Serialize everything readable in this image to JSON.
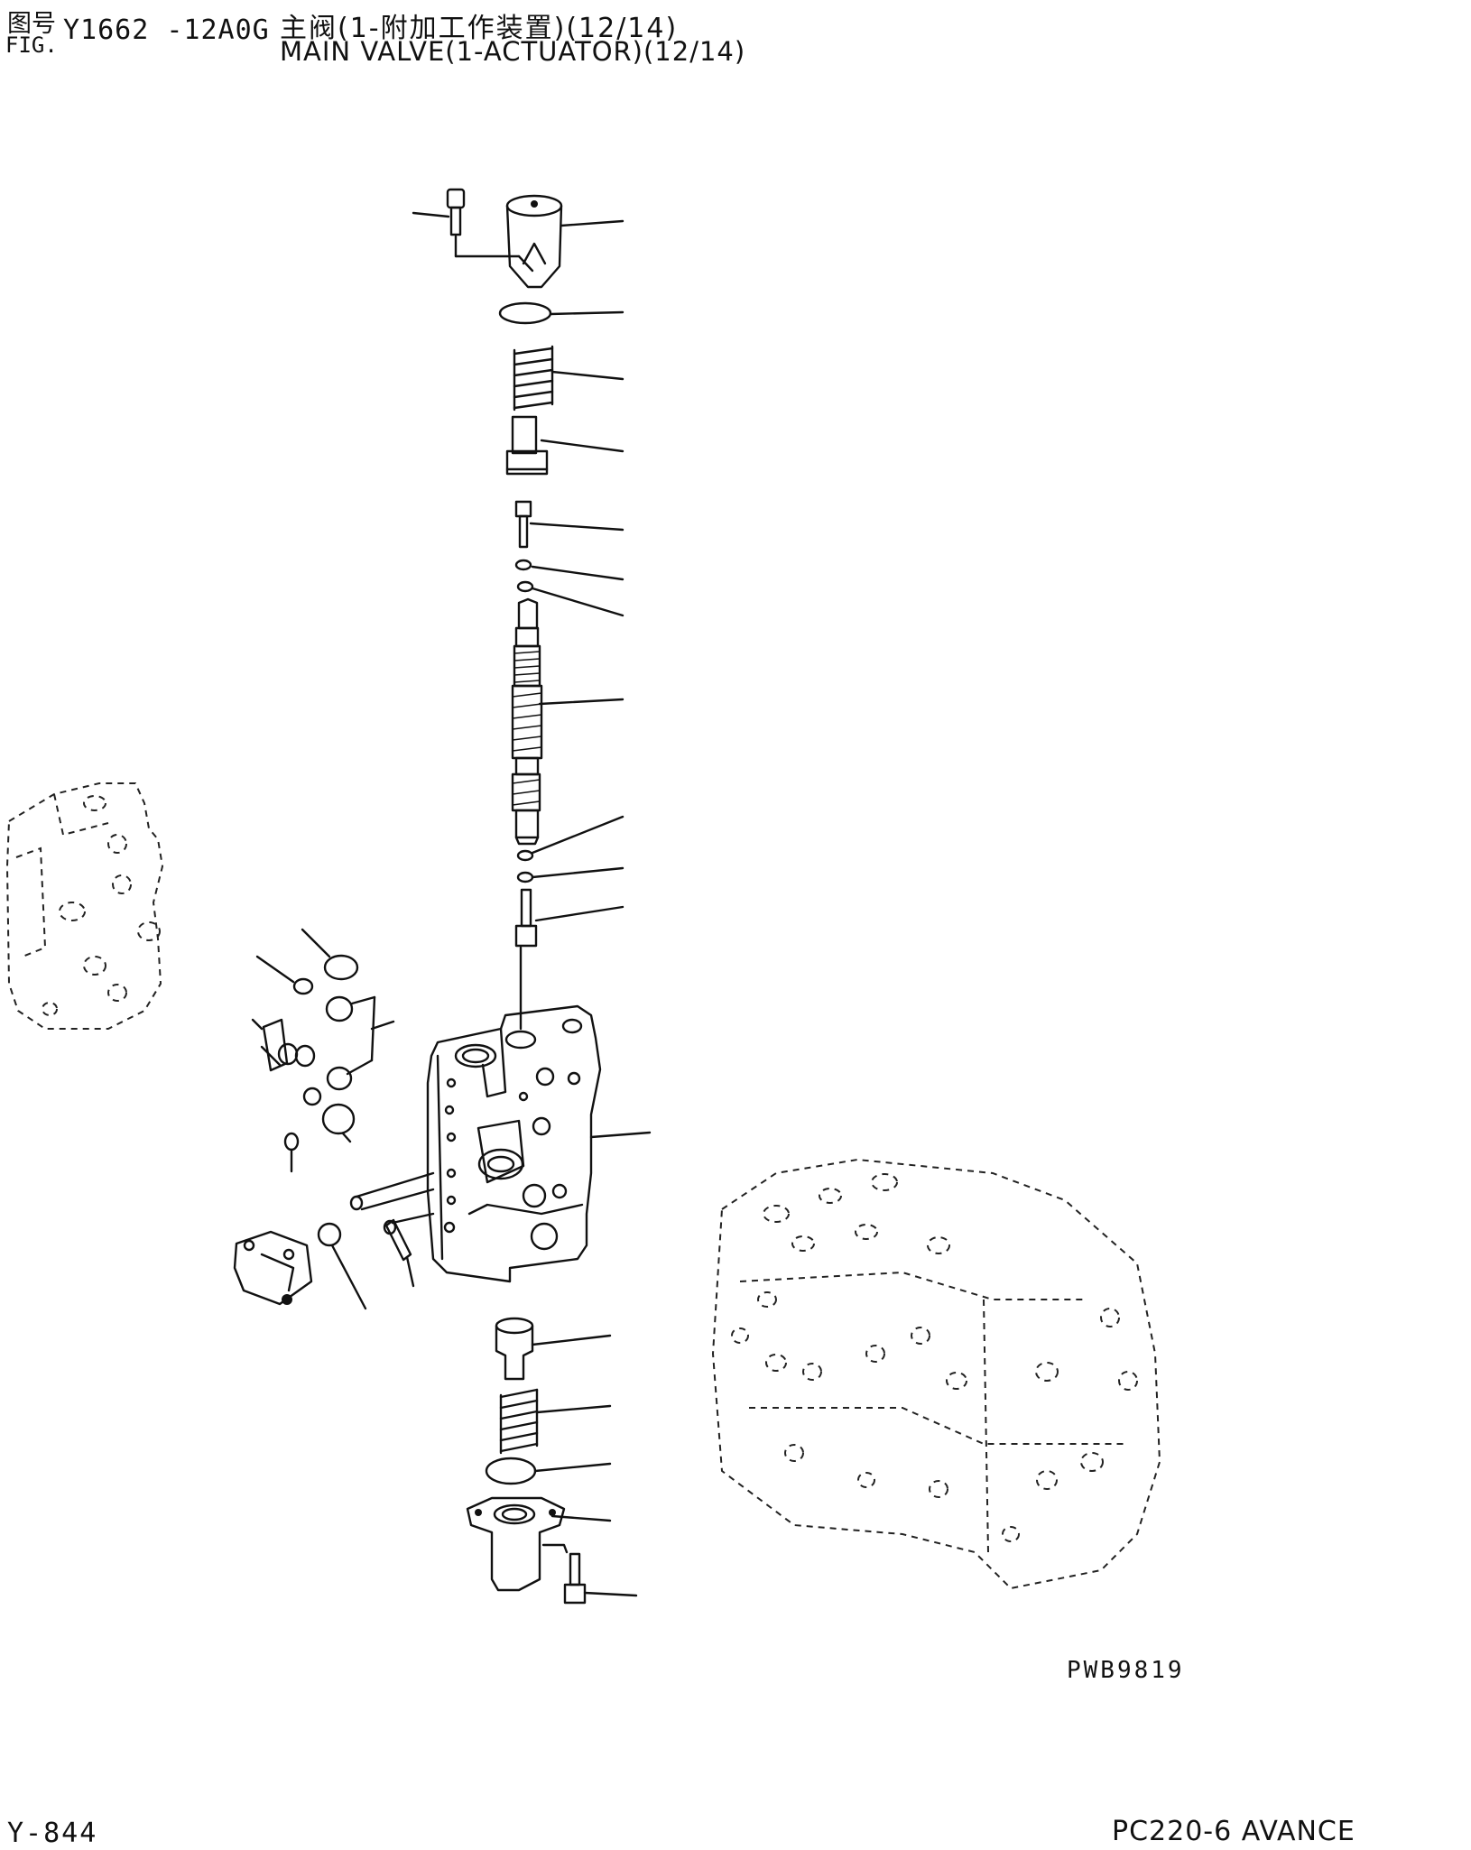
{
  "header": {
    "fig_label_cn": "图号",
    "fig_label_en": "FIG.",
    "fig_code": "Y1662 -12A0G",
    "title_cn": "主阀(1-附加工作装置)(12/14)",
    "title_en": "MAIN VALVE(1-ACTUATOR)(12/14)"
  },
  "drawing": {
    "reference_code": "PWB9819"
  },
  "footer": {
    "page_number": "Y-844",
    "model": "PC220-6 AVANCE"
  }
}
